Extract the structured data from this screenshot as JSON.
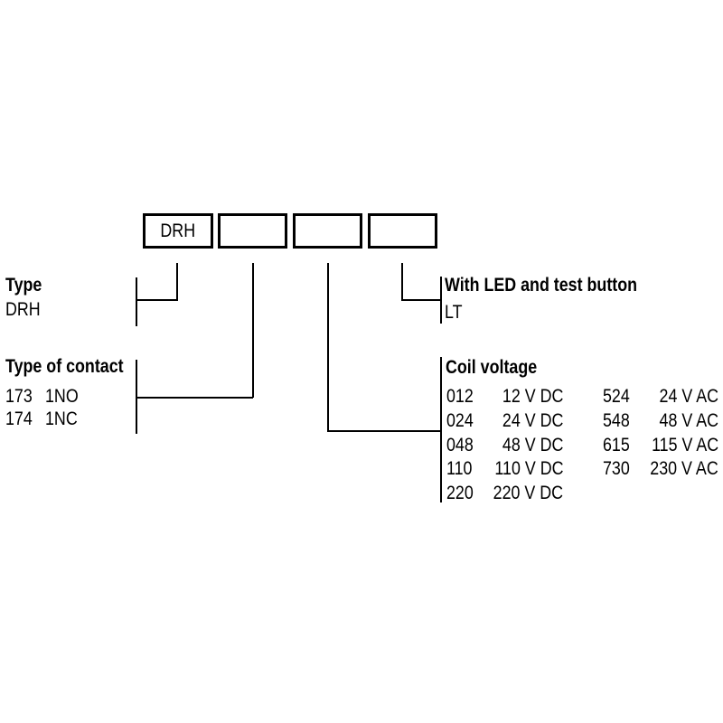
{
  "diagram": {
    "title_semantic": "relay-ordering-code-key",
    "colors": {
      "background": "#ffffff",
      "line": "#000000",
      "text": "#000000"
    },
    "code_boxes": [
      {
        "label": "DRH"
      },
      {
        "label": ""
      },
      {
        "label": ""
      },
      {
        "label": ""
      }
    ],
    "sections": {
      "type": {
        "heading": "Type",
        "value": "DRH"
      },
      "contact": {
        "heading": "Type of contact",
        "rows": [
          {
            "code": "173",
            "desc": "1NO"
          },
          {
            "code": "174",
            "desc": "1NC"
          }
        ]
      },
      "led": {
        "heading": "With LED and test button",
        "value": "LT"
      },
      "coil": {
        "heading": "Coil voltage",
        "dc": [
          {
            "code": "012",
            "volt": "12 V DC"
          },
          {
            "code": "024",
            "volt": "24 V DC"
          },
          {
            "code": "048",
            "volt": "48 V DC"
          },
          {
            "code": "110",
            "volt": "110 V DC"
          },
          {
            "code": "220",
            "volt": "220 V DC"
          }
        ],
        "ac": [
          {
            "code": "524",
            "volt": "24 V AC"
          },
          {
            "code": "548",
            "volt": "48 V AC"
          },
          {
            "code": "615",
            "volt": "115 V AC"
          },
          {
            "code": "730",
            "volt": "230 V AC"
          }
        ]
      }
    }
  }
}
